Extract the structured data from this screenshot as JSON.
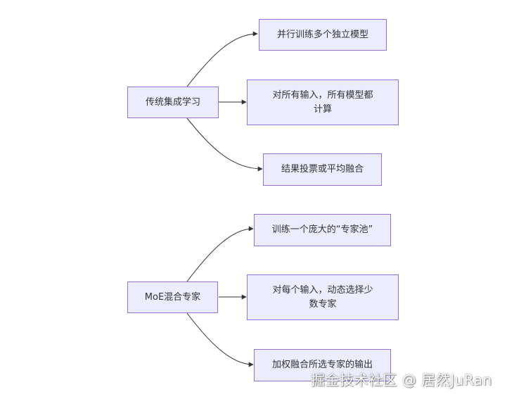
{
  "diagram": {
    "groups": [
      {
        "root": "传统集成学习",
        "children": [
          "并行训练多个独立模型",
          "对所有输入，所有模型都计算",
          "结果投票或平均融合"
        ]
      },
      {
        "root": "MoE混合专家",
        "children": [
          "训练一个庞大的“专家池”",
          "对每个输入，动态选择少数专家",
          "加权融合所选专家的输出"
        ]
      }
    ],
    "node_fill": "#ececff",
    "node_stroke": "#9370db",
    "edge_color": "#333333",
    "text_color": "#333333"
  },
  "watermark": "掘金技术社区 @ 居然JuRan"
}
